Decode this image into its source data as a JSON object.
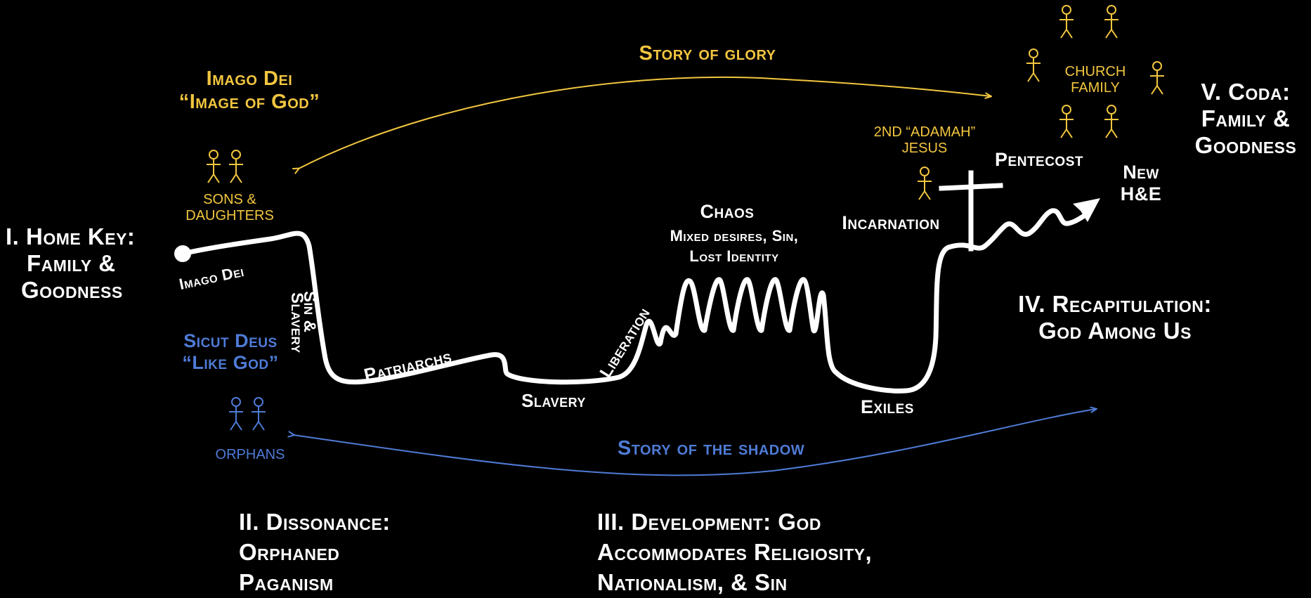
{
  "colors": {
    "background": "#000000",
    "gold": "#f2c640",
    "blue": "#4f7bd6",
    "white": "#ffffff"
  },
  "sections": {
    "home_key": [
      "I. Home Key:",
      "Family &",
      "Goodness"
    ],
    "dissonance": [
      "II. Dissonance:",
      "Orphaned",
      "Paganism"
    ],
    "development": [
      "III. Development: God",
      "Accommodates Religiosity,",
      "Nationalism, & Sin"
    ],
    "recapitulation": [
      "IV. Recapitulation:",
      "God Among Us"
    ],
    "coda": [
      "V. Coda:",
      "Family &",
      "Goodness"
    ]
  },
  "arcs": {
    "glory": "Story of glory",
    "shadow": "Story of the shadow"
  },
  "gold_labels": {
    "imago_title": [
      "Imago Dei",
      "“Image of God”"
    ],
    "sons": [
      "SONS &",
      "DAUGHTERS"
    ],
    "adamah": [
      "2ND “ADAMAH”",
      "JESUS"
    ],
    "church": [
      "CHURCH",
      "FAMILY"
    ]
  },
  "blue_labels": {
    "sicut": [
      "Sicut Deus",
      "“Like God”"
    ],
    "orphans": "ORPHANS"
  },
  "path_labels": {
    "imago_dei": "Imago Dei",
    "sin": "Sin &",
    "slavery_vert": "Slavery",
    "patriarchs": "Patriarchs",
    "slavery": "Slavery",
    "liberation": "Liberation",
    "chaos": "Chaos",
    "chaos_sub": [
      "Mixed desires, Sin,",
      "Lost Identity"
    ],
    "incarnation": "Incarnation",
    "exiles": "Exiles",
    "pentecost": "Pentecost",
    "new_he": [
      "New",
      "H&E"
    ]
  },
  "icons": {
    "gold_figures": "stick-figure-icon",
    "blue_figures": "stick-figure-icon",
    "cross": "cross-icon",
    "arrow": "arrow-icon"
  }
}
